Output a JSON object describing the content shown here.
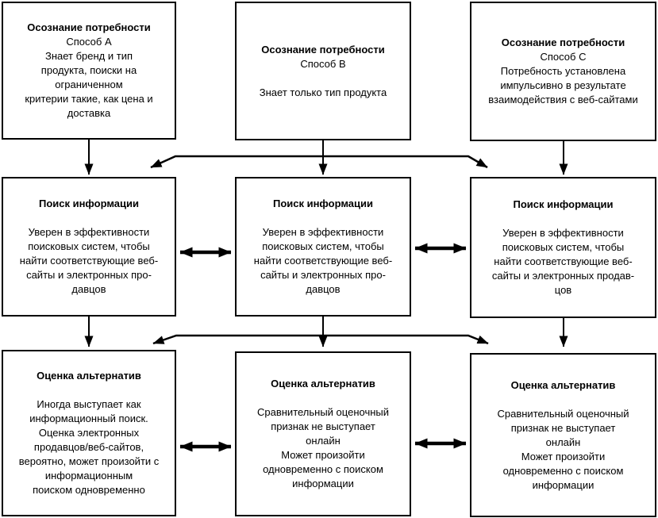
{
  "diagram": {
    "background": "#ffffff",
    "line_color": "#000000",
    "box_border_color": "#000000",
    "boxes": {
      "r1c1": {
        "title": "Осознание потребности",
        "body": "Способ А\nЗнает бренд и тип\nпродукта, поиски на\nограниченном\nкритерии такие, как цена и\nдоставка"
      },
      "r1c2": {
        "title": "Осознание потребности",
        "body": "Способ В\n\nЗнает только тип продукта"
      },
      "r1c3": {
        "title": "Осознание потребности",
        "body": "Способ С\nПотребность установлена\nимпульсивно в результате\nвзаимодействия с веб-сайтами"
      },
      "r2c1": {
        "title": "Поиск информации",
        "body": "Уверен в эффективности\nпоисковых систем, чтобы\nнайти соответствующие веб-\nсайты и электронных про-\nдавцов"
      },
      "r2c2": {
        "title": "Поиск информации",
        "body": "Уверен в эффективности\nпоисковых систем, чтобы\nнайти соответствующие веб-\nсайты и электронных про-\nдавцов"
      },
      "r2c3": {
        "title": "Поиск информации",
        "body": "Уверен в эффективности\nпоисковых систем, чтобы\nнайти соответствующие веб-\nсайты и электронных продав-\nцов"
      },
      "r3c1": {
        "title": "Оценка альтернатив",
        "body": "Иногда выступает как\nинформационный поиск.\nОценка электронных\nпродавцов/веб-сайтов,\nвероятно, может произойти с\nинформационным\nпоиском одновременно"
      },
      "r3c2": {
        "title": "Оценка альтернатив",
        "body": "Сравнительный оценочный\nпризнак не выступает\nонлайн\nМожет произойти\nодновременно с поиском\nинформации"
      },
      "r3c3": {
        "title": "Оценка альтернатив",
        "body": "Сравнительный оценочный\nпризнак не выступает\nонлайн\nМожет произойти\nодновременно с поиском\nинформации"
      }
    }
  }
}
